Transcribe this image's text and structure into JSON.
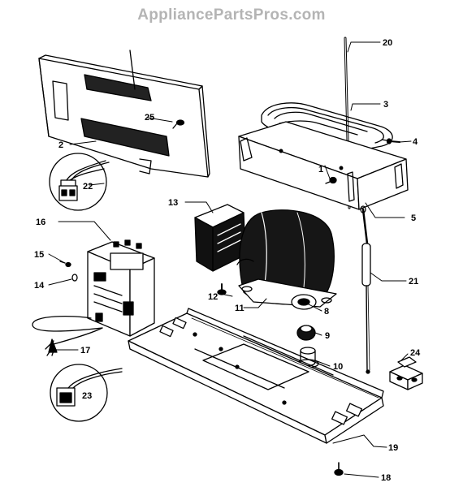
{
  "watermark": "AppliancePartsPros.com",
  "callouts": [
    "1",
    "2",
    "3",
    "4",
    "5",
    "8",
    "9",
    "10",
    "11",
    "12",
    "13",
    "14",
    "15",
    "16",
    "17",
    "18",
    "19",
    "20",
    "21",
    "22",
    "23",
    "24",
    "25"
  ],
  "colors": {
    "ink": "#000000",
    "paper": "#ffffff",
    "watermark": "#b4b4b4"
  }
}
